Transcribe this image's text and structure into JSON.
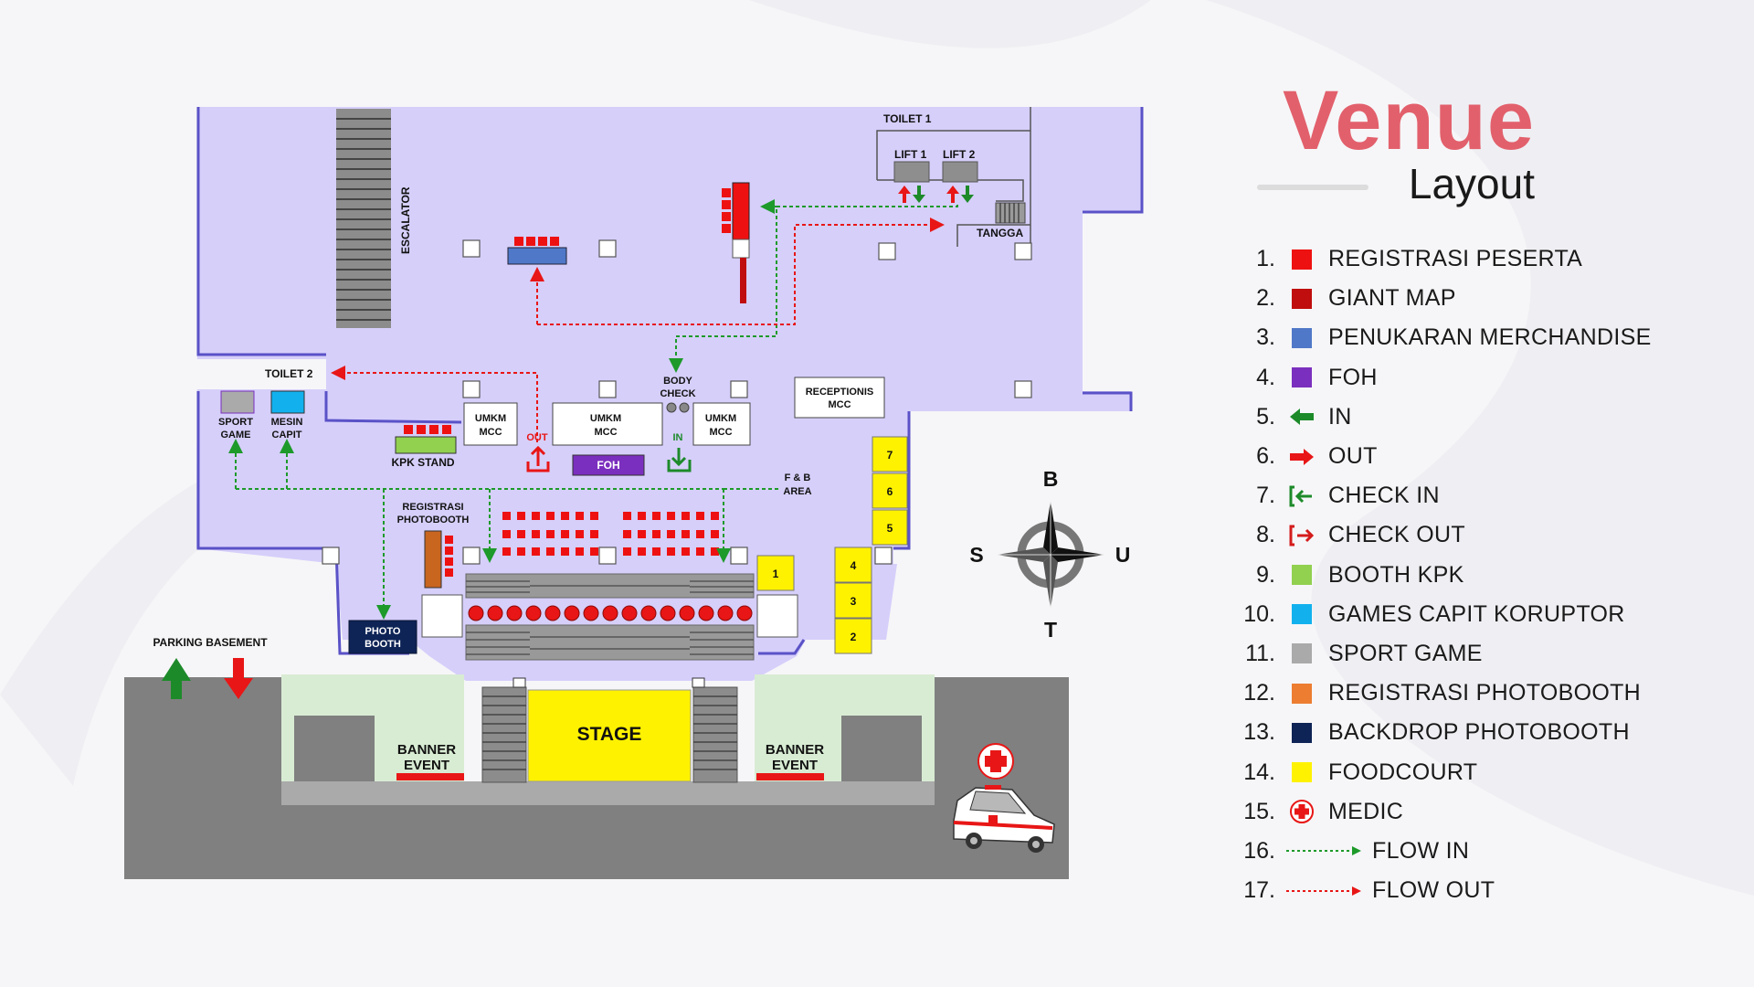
{
  "title": {
    "main": "Venue",
    "sub": "Layout"
  },
  "map_labels": {
    "toilet1": "TOILET 1",
    "lift1": "LIFT 1",
    "lift2": "LIFT 2",
    "tangga": "TANGGA",
    "escalator": "ESCALATOR",
    "toilet2": "TOILET 2",
    "sport": "SPORT",
    "game": "GAME",
    "mesin": "MESIN",
    "capit": "CAPIT",
    "umkm": "UMKM",
    "mcc": "MCC",
    "body": "BODY",
    "check": "CHECK",
    "receptionis": "RECEPTIONIS",
    "out": "OUT",
    "in": "IN",
    "foh": "FOH",
    "kpk_stand": "KPK STAND",
    "fb": "F & B",
    "area": "AREA",
    "registrasi": "REGISTRASI",
    "photobooth": "PHOTOBOOTH",
    "photo": "PHOTO",
    "booth": "BOOTH",
    "parking": "PARKING BASEMENT",
    "stage": "STAGE",
    "banner": "BANNER",
    "event": "EVENT",
    "fc": [
      "1",
      "2",
      "3",
      "4",
      "5",
      "6",
      "7"
    ]
  },
  "compass": {
    "n": "B",
    "s": "T",
    "w": "S",
    "e": "U"
  },
  "legend": [
    {
      "num": "1.",
      "label": "REGISTRASI PESERTA",
      "kind": "box",
      "color": "#ee1111"
    },
    {
      "num": "2.",
      "label": "GIANT MAP",
      "kind": "box",
      "color": "#c00d0d"
    },
    {
      "num": "3.",
      "label": "PENUKARAN MERCHANDISE",
      "kind": "box",
      "color": "#4f78c8"
    },
    {
      "num": "4.",
      "label": "FOH",
      "kind": "box",
      "color": "#7b2fbe"
    },
    {
      "num": "5.",
      "label": "IN",
      "kind": "arrow-in",
      "color": "#1d8a2a"
    },
    {
      "num": "6.",
      "label": "OUT",
      "kind": "arrow-out",
      "color": "#e81616"
    },
    {
      "num": "7.",
      "label": "CHECK IN",
      "kind": "check-in",
      "color": "#1d8a2a"
    },
    {
      "num": "8.",
      "label": "CHECK OUT",
      "kind": "check-out",
      "color": "#d41b1b"
    },
    {
      "num": "9.",
      "label": "BOOTH KPK",
      "kind": "box",
      "color": "#92d050"
    },
    {
      "num": "10.",
      "label": "GAMES CAPIT KORUPTOR",
      "kind": "box",
      "color": "#12b1ee"
    },
    {
      "num": "11.",
      "label": "SPORT GAME",
      "kind": "box",
      "color": "#aaaaaa"
    },
    {
      "num": "12.",
      "label": "REGISTRASI PHOTOBOOTH",
      "kind": "box",
      "color": "#ed7d31"
    },
    {
      "num": "13.",
      "label": "BACKDROP PHOTOBOOTH",
      "kind": "box",
      "color": "#0e2456"
    },
    {
      "num": "14.",
      "label": "FOODCOURT",
      "kind": "box",
      "color": "#fff200"
    },
    {
      "num": "15.",
      "label": "MEDIC",
      "kind": "medic",
      "color": "#e81616"
    },
    {
      "num": "16.",
      "label": "FLOW IN",
      "kind": "flow-in",
      "color": "#1d9a2a"
    },
    {
      "num": "17.",
      "label": "FLOW OUT",
      "kind": "flow-out",
      "color": "#e81616"
    }
  ]
}
